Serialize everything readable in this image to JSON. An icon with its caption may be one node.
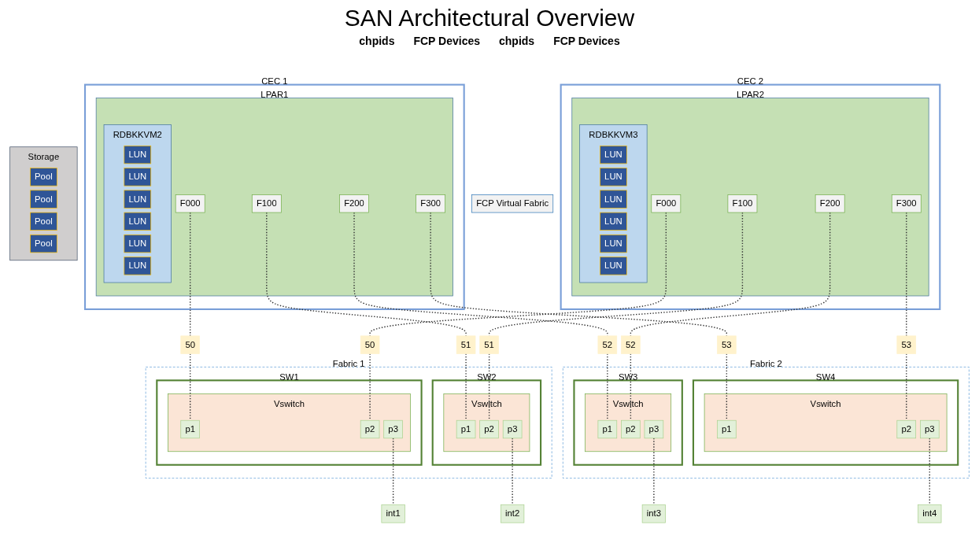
{
  "diagram": {
    "title": "SAN Architectural Overview",
    "nodes": [
      {
        "text": [
          "CEC 1"
        ]
      },
      {
        "text": [
          "LPAR1"
        ],
        "in": 0
      },
      {
        "text": [
          "RDBKKVM2"
        ],
        "in": 1
      },
      {
        "text": [
          "LUN"
        ],
        "in": 2
      },
      {
        "text": [
          "LUN"
        ],
        "in": 2
      },
      {
        "text": [
          "LUN"
        ],
        "in": 2
      },
      {
        "text": [
          "LUN"
        ],
        "in": 2
      },
      {
        "text": [
          "LUN"
        ],
        "in": 2
      },
      {
        "text": [
          "LUN"
        ],
        "in": 2
      },
      {
        "text": [
          "F000"
        ],
        "in": 1
      },
      {
        "text": [
          "F100"
        ],
        "in": 1
      },
      {
        "text": [
          "F200"
        ],
        "in": 1
      },
      {
        "text": [
          "F300"
        ],
        "in": 1
      },
      {
        "text": [
          "50"
        ]
      },
      {
        "text": [
          "51"
        ]
      },
      {
        "text": [
          "52"
        ]
      },
      {
        "text": [
          "53"
        ]
      },
      {
        "text": [
          "CEC 2"
        ]
      },
      {
        "text": [
          "LPAR2"
        ],
        "in": 17
      },
      {
        "text": [
          "RDBKKVM3"
        ],
        "in": 18
      },
      {
        "text": [
          "LUN"
        ],
        "in": 19
      },
      {
        "text": [
          "LUN"
        ],
        "in": 19
      },
      {
        "text": [
          "LUN"
        ],
        "in": 19
      },
      {
        "text": [
          "LUN"
        ],
        "in": 19
      },
      {
        "text": [
          "LUN"
        ],
        "in": 19
      },
      {
        "text": [
          "LUN"
        ],
        "in": 19
      },
      {
        "text": [
          "F000"
        ],
        "in": 18
      },
      {
        "text": [
          "F100"
        ],
        "in": 18
      },
      {
        "text": [
          "F200"
        ],
        "in": 18
      },
      {
        "text": [
          "F300"
        ],
        "in": 18
      },
      {
        "text": [
          "50"
        ]
      },
      {
        "text": [
          "51"
        ]
      },
      {
        "text": [
          "52"
        ]
      },
      {
        "text": [
          "53"
        ]
      },
      {
        "text": [
          "FCP Virtual Fabric"
        ]
      },
      {
        "text": [
          "Fabric 1"
        ]
      },
      {
        "text": [
          "SW1"
        ],
        "in": 35
      },
      {
        "text": [
          "Vswitch"
        ],
        "in": 36
      },
      {
        "text": [
          "p1"
        ],
        "in": 37
      },
      {
        "text": [
          "p2"
        ],
        "in": 37
      },
      {
        "text": [
          "p3"
        ],
        "in": 37
      },
      {
        "text": [
          "SW2"
        ],
        "in": 35
      },
      {
        "text": [
          "Vswitch"
        ],
        "in": 41
      },
      {
        "text": [
          "p1"
        ],
        "in": 42
      },
      {
        "text": [
          "p2"
        ],
        "in": 42
      },
      {
        "text": [
          "p3"
        ],
        "in": 42
      },
      {
        "text": [
          "Fabric 2"
        ]
      },
      {
        "text": [
          "SW3"
        ],
        "in": 46
      },
      {
        "text": [
          "Vswitch"
        ],
        "in": 47
      },
      {
        "text": [
          "p1"
        ],
        "in": 48
      },
      {
        "text": [
          "p2"
        ],
        "in": 48
      },
      {
        "text": [
          "p3"
        ],
        "in": 48
      },
      {
        "text": [
          "SW4"
        ],
        "in": 46
      },
      {
        "text": [
          "Vswitch"
        ],
        "in": 52
      },
      {
        "text": [
          "p1"
        ],
        "in": 53
      },
      {
        "text": [
          "p2"
        ],
        "in": 53
      },
      {
        "text": [
          "p3"
        ],
        "in": 53
      },
      {
        "text": [
          "Storage"
        ]
      },
      {
        "text": [
          "int1"
        ]
      },
      {
        "text": [
          "int2"
        ]
      },
      {
        "text": [
          "int3"
        ]
      },
      {
        "text": [
          "int4"
        ]
      },
      {
        "text": [
          "Pool"
        ],
        "in": 57
      },
      {
        "text": [
          "Pool"
        ],
        "in": 57
      },
      {
        "text": [
          "Pool"
        ],
        "in": 57
      },
      {
        "text": [
          "Pool"
        ],
        "in": 57
      }
    ],
    "edges": [
      {
        "from": 9,
        "to": 13,
        "arrow": "none"
      },
      {
        "from": 10,
        "to": 14,
        "arrow": "none"
      },
      {
        "from": 11,
        "to": 15,
        "arrow": "none"
      },
      {
        "from": 12,
        "to": 16,
        "arrow": "none"
      },
      {
        "from": 13,
        "to": 38,
        "arrow": "none"
      },
      {
        "from": 14,
        "to": 43,
        "arrow": "none"
      },
      {
        "from": 15,
        "to": 49,
        "arrow": "none"
      },
      {
        "from": 16,
        "to": 54,
        "arrow": "none"
      },
      {
        "from": 26,
        "to": 30,
        "arrow": "none"
      },
      {
        "from": 27,
        "to": 31,
        "arrow": "none"
      },
      {
        "from": 28,
        "to": 32,
        "arrow": "none"
      },
      {
        "from": 29,
        "to": 33,
        "arrow": "none"
      },
      {
        "from": 30,
        "to": 39,
        "arrow": "none"
      },
      {
        "from": 31,
        "to": 44,
        "arrow": "none"
      },
      {
        "from": 32,
        "to": 50,
        "arrow": "none"
      },
      {
        "from": 33,
        "to": 55,
        "arrow": "none"
      },
      {
        "from": 40,
        "to": 58,
        "arrow": "none"
      },
      {
        "from": 45,
        "to": 59,
        "arrow": "none"
      },
      {
        "from": 51,
        "to": 60,
        "arrow": "none"
      },
      {
        "from": 56,
        "to": 61,
        "arrow": "none"
      }
    ],
    "labels": [
      "chpids",
      "FCP Devices",
      "chpids",
      "FCP Devices"
    ]
  }
}
